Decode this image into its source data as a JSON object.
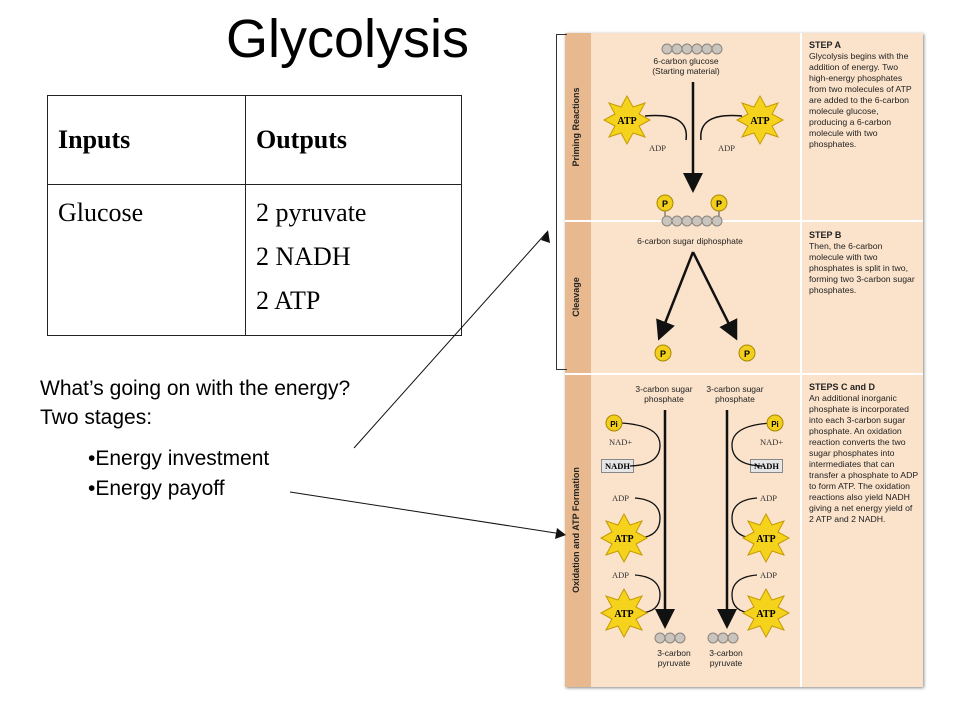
{
  "title": "Glycolysis",
  "table": {
    "headers": [
      "Inputs",
      "Outputs"
    ],
    "inputs": [
      "Glucose"
    ],
    "outputs": [
      "2 pyruvate",
      "2 NADH",
      "2 ATP"
    ]
  },
  "text": {
    "question": "What’s going on with the energy?",
    "stages_label": "Two stages:",
    "bullets": [
      "•Energy investment",
      "•Energy payoff"
    ]
  },
  "figure": {
    "section_labels": [
      "Priming Reactions",
      "Cleavage",
      "Oxidation and ATP Formation"
    ],
    "step_a_title": "STEP A",
    "step_a_text": "Glycolysis begins with the addition of energy. Two high-energy phosphates from two molecules of ATP are added to the 6-carbon molecule glucose, producing a 6-carbon molecule with two phosphates.",
    "step_b_title": "STEP B",
    "step_b_text": "Then, the 6-carbon molecule with two phosphates is split in two, forming two 3-carbon sugar phosphates.",
    "step_cd_title": "STEPS C and D",
    "step_cd_text": "An additional inorganic phosphate is incorporated into each 3-carbon sugar phosphate. An oxidation reaction converts the two sugar phosphates into intermediates that can transfer a phosphate to ADP to form ATP. The oxidation reactions also yield NADH giving a net energy yield of 2 ATP and 2 NADH.",
    "glucose_label": "6-carbon glucose",
    "glucose_sub": "(Starting material)",
    "diphosphate_label": "6-carbon sugar diphosphate",
    "sugar_phosphate_left": "3-carbon sugar phosphate",
    "sugar_phosphate_right": "3-carbon sugar phosphate",
    "pyruvate_left": "3-carbon pyruvate",
    "pyruvate_right": "3-carbon pyruvate",
    "atp": "ATP",
    "adp": "ADP",
    "p": "P",
    "pi": "Pi",
    "nad": "NAD+",
    "nadh": "NADH"
  },
  "colors": {
    "panel": "#fbe3cb",
    "label_column": "#e8b98f",
    "atp_star": "#f5d21c",
    "phosphate": "#f2cf1c",
    "carbon_bead": "#c9c4bd"
  }
}
